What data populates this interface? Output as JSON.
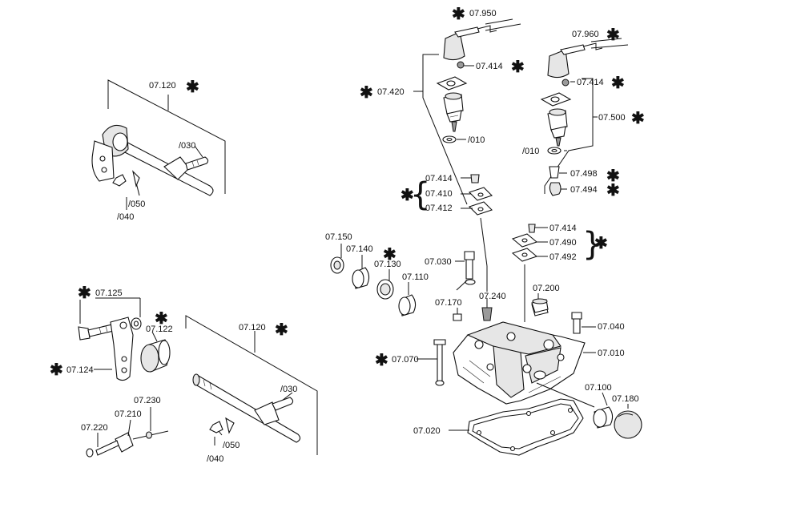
{
  "labels": {
    "g1_07120": "07.120",
    "g1_030": "/030",
    "g1_050": "/050",
    "g1_040": "/040",
    "g2_07125": "07.125",
    "g2_07122": "07.122",
    "g2_07124": "07.124",
    "g2_07120": "07.120",
    "g2_030": "/030",
    "g2_050": "/050",
    "g2_040": "/040",
    "g2_07230": "07.230",
    "g2_07210": "07.210",
    "g2_07220": "07.220",
    "m_07950": "07.950",
    "m_07414a": "07.414",
    "m_07420": "07.420",
    "m_010a": "/010",
    "m_07414b": "07.414",
    "m_07410": "07.410",
    "m_07412": "07.412",
    "m_07960": "07.960",
    "m_07414c": "07.414",
    "m_07500": "07.500",
    "m_010b": "/010",
    "m_07498": "07.498",
    "m_07494": "07.494",
    "m_07414d": "07.414",
    "m_07490": "07.490",
    "m_07492": "07.492",
    "m_07150": "07.150",
    "m_07140": "07.140",
    "m_07130": "07.130",
    "m_07110": "07.110",
    "m_07030": "07.030",
    "m_07170": "07.170",
    "m_07240": "07.240",
    "m_07200": "07.200",
    "m_07040": "07.040",
    "m_07010": "07.010",
    "m_07070": "07.070",
    "m_07100": "07.100",
    "m_07180": "07.180",
    "m_07020": "07.020"
  },
  "symbols": {
    "asterisk": "✱",
    "brace_left": "{",
    "brace_right": "}"
  }
}
